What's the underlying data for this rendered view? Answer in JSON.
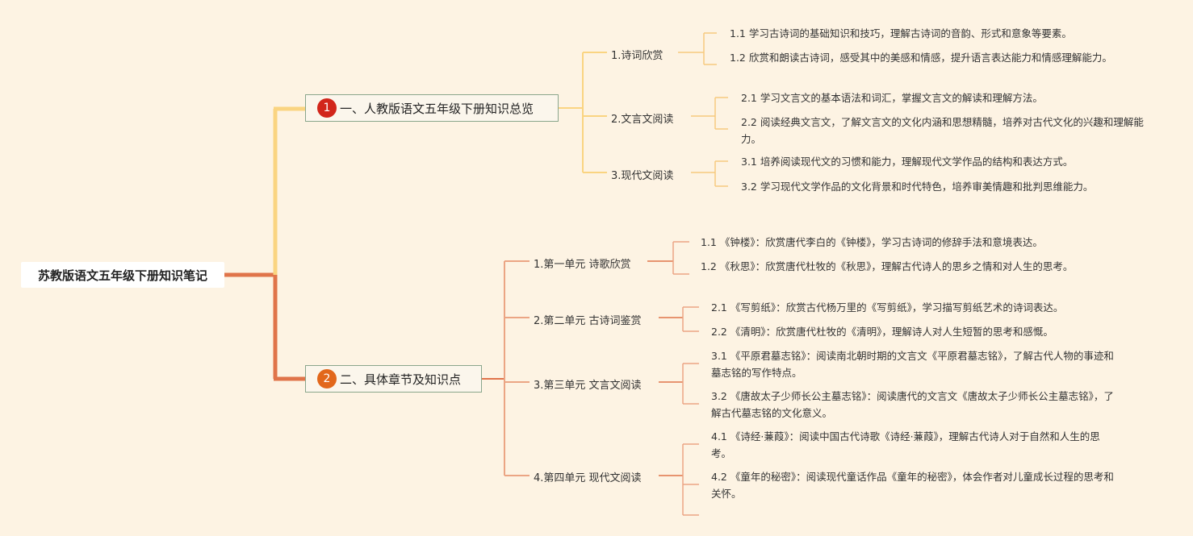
{
  "colors": {
    "background": "#fdf3e3",
    "branch1": "#fad481",
    "branch2": "#e0744a",
    "badge1": "#d2261b",
    "badge2": "#e2671b"
  },
  "root": {
    "label": "苏教版语文五年级下册知识笔记"
  },
  "branches": [
    {
      "badge": "1",
      "label": "一、人教版语文五年级下册知识总览",
      "children": [
        {
          "label": "1.诗词欣赏",
          "leaves": [
            "1.1 学习古诗词的基础知识和技巧，理解古诗词的音韵、形式和意象等要素。",
            "1.2 欣赏和朗读古诗词，感受其中的美感和情感，提升语言表达能力和情感理解能力。"
          ]
        },
        {
          "label": "2.文言文阅读",
          "leaves": [
            "2.1 学习文言文的基本语法和词汇，掌握文言文的解读和理解方法。",
            "2.2 阅读经典文言文，了解文言文的文化内涵和思想精髓，培养对古代文化的兴趣和理解能力。"
          ]
        },
        {
          "label": "3.现代文阅读",
          "leaves": [
            "3.1 培养阅读现代文的习惯和能力，理解现代文学作品的结构和表达方式。",
            "3.2 学习现代文学作品的文化背景和时代特色，培养审美情趣和批判思维能力。"
          ]
        }
      ]
    },
    {
      "badge": "2",
      "label": "二、具体章节及知识点",
      "children": [
        {
          "label": "1.第一单元 诗歌欣赏",
          "leaves": [
            "1.1 《钟楼》：欣赏唐代李白的《钟楼》，学习古诗词的修辞手法和意境表达。",
            "1.2 《秋思》：欣赏唐代杜牧的《秋思》，理解古代诗人的思乡之情和对人生的思考。"
          ]
        },
        {
          "label": "2.第二单元 古诗词鉴赏",
          "leaves": [
            "2.1 《写剪纸》：欣赏古代杨万里的《写剪纸》，学习描写剪纸艺术的诗词表达。",
            "2.2 《清明》：欣赏唐代杜牧的《清明》，理解诗人对人生短暂的思考和感慨。"
          ]
        },
        {
          "label": "3.第三单元 文言文阅读",
          "leaves": [
            "3.1 《平原君墓志铭》：阅读南北朝时期的文言文《平原君墓志铭》，了解古代人物的事迹和墓志铭的写作特点。",
            "3.2 《唐故太子少师长公主墓志铭》：阅读唐代的文言文《唐故太子少师长公主墓志铭》，了解古代墓志铭的文化意义。"
          ]
        },
        {
          "label": "4.第四单元 现代文阅读",
          "leaves": [
            "4.1 《诗经·蒹葭》：阅读中国古代诗歌《诗经·蒹葭》，理解古代诗人对于自然和人生的思考。",
            "4.2 《童年的秘密》：阅读现代童话作品《童年的秘密》，体会作者对儿童成长过程的思考和关怀。",
            ""
          ]
        }
      ]
    }
  ]
}
